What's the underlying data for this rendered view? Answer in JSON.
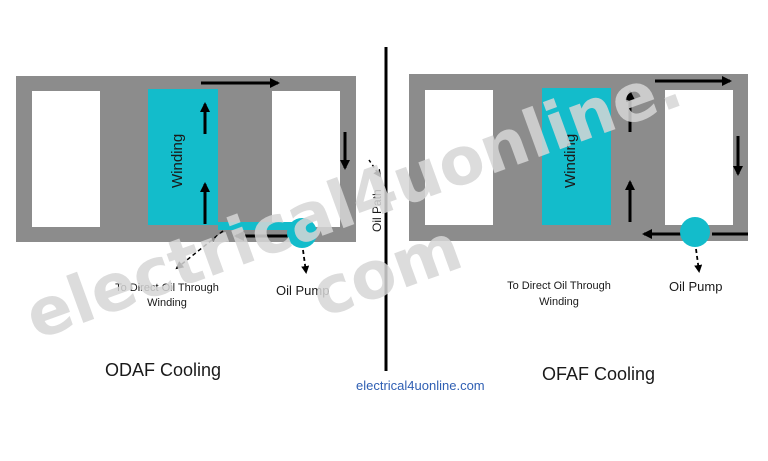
{
  "watermark": {
    "line1": "electrical4uonline.",
    "line2": "com"
  },
  "divider_label": "Oil Path",
  "site_credit": "electrical4uonline.com",
  "colors": {
    "core": "#8c8c8c",
    "winding": "#13bccb",
    "pump": "#13bccb",
    "arrow": "#000000",
    "credit": "#2f5fb3"
  },
  "panels": [
    {
      "id": "odaf",
      "caption": "ODAF Cooling",
      "winding_label": "Winding",
      "pump_label": "Oil Pump",
      "note_line1": "To Direct Oil Through",
      "note_line2": "Winding"
    },
    {
      "id": "ofaf",
      "caption": "OFAF Cooling",
      "winding_label": "Winding",
      "pump_label": "Oil Pump",
      "note_line1": "To Direct Oil Through",
      "note_line2": "Winding"
    }
  ]
}
